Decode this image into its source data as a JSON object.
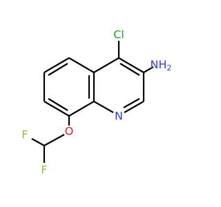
{
  "molecule": {
    "atoms": {
      "cl": {
        "text": "Cl",
        "color": "#1fa31f"
      },
      "nh2": {
        "text": "NH",
        "sub": "2",
        "color": "#2f3fd9"
      },
      "n_ring": {
        "text": "N",
        "color": "#2f3fd9"
      },
      "o": {
        "text": "O",
        "color": "#e02020"
      },
      "f_top": {
        "text": "F",
        "color": "#8ec63f"
      },
      "f_bottom": {
        "text": "F",
        "color": "#8ec63f"
      }
    },
    "bond_color": "#000000"
  }
}
